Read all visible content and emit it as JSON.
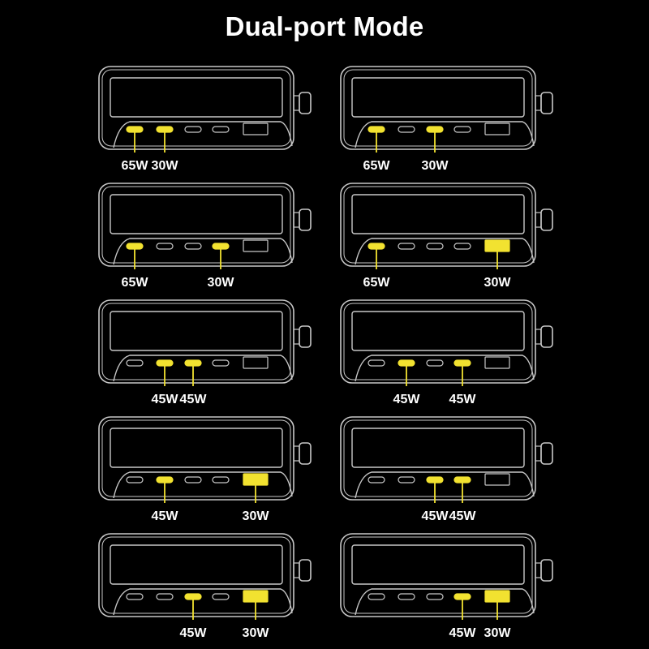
{
  "title": "Dual-port Mode",
  "colors": {
    "background": "#000000",
    "outline": "#c8c8c8",
    "port_active": "#f2e230",
    "text": "#ffffff"
  },
  "port_layout": [
    "usb-c-1",
    "usb-c-2",
    "usb-c-3",
    "usb-c-4",
    "usb-a"
  ],
  "configurations": [
    {
      "active_ports": [
        0,
        1
      ],
      "labels": [
        "65W",
        "30W"
      ]
    },
    {
      "active_ports": [
        0,
        2
      ],
      "labels": [
        "65W",
        "30W"
      ]
    },
    {
      "active_ports": [
        0,
        3
      ],
      "labels": [
        "65W",
        "30W"
      ]
    },
    {
      "active_ports": [
        0,
        4
      ],
      "labels": [
        "65W",
        "30W"
      ]
    },
    {
      "active_ports": [
        1,
        2
      ],
      "labels": [
        "45W",
        "45W"
      ]
    },
    {
      "active_ports": [
        1,
        3
      ],
      "labels": [
        "45W",
        "45W"
      ]
    },
    {
      "active_ports": [
        1,
        4
      ],
      "labels": [
        "45W",
        "30W"
      ]
    },
    {
      "active_ports": [
        2,
        3
      ],
      "labels": [
        "45W",
        "45W"
      ]
    },
    {
      "active_ports": [
        2,
        4
      ],
      "labels": [
        "45W",
        "30W"
      ]
    },
    {
      "active_ports": [
        3,
        4
      ],
      "labels": [
        "45W",
        "30W"
      ]
    }
  ]
}
